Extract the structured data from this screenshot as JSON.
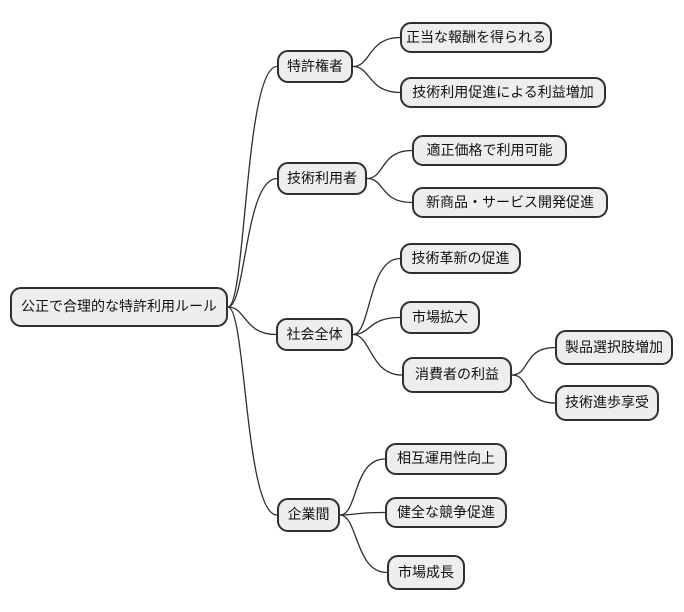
{
  "diagram": {
    "type": "mindmap",
    "colors": {
      "background": "#ffffff",
      "node_fill": "#eeeeee",
      "node_border": "#2f2f2f",
      "edge_line": "#2f2f2f"
    },
    "nodes": [
      {
        "id": "root",
        "label": "公正で合理的な特許利用ルール",
        "level": 0
      },
      {
        "id": "patent-holder",
        "label": "特許権者",
        "level": 1
      },
      {
        "id": "fair-reward",
        "label": "正当な報酬を得られる",
        "level": 2
      },
      {
        "id": "profit-increase",
        "label": "技術利用促進による利益増加",
        "level": 2
      },
      {
        "id": "tech-user",
        "label": "技術利用者",
        "level": 1
      },
      {
        "id": "fair-price",
        "label": "適正価格で利用可能",
        "level": 2
      },
      {
        "id": "new-products",
        "label": "新商品・サービス開発促進",
        "level": 2
      },
      {
        "id": "society",
        "label": "社会全体",
        "level": 1
      },
      {
        "id": "innovation",
        "label": "技術革新の促進",
        "level": 2
      },
      {
        "id": "market-expansion",
        "label": "市場拡大",
        "level": 2
      },
      {
        "id": "consumer-benefit",
        "label": "消費者の利益",
        "level": 2
      },
      {
        "id": "product-choice",
        "label": "製品選択肢増加",
        "level": 3
      },
      {
        "id": "tech-progress",
        "label": "技術進歩享受",
        "level": 3
      },
      {
        "id": "inter-company",
        "label": "企業間",
        "level": 1
      },
      {
        "id": "interoperability",
        "label": "相互運用性向上",
        "level": 2
      },
      {
        "id": "healthy-competition",
        "label": "健全な競争促進",
        "level": 2
      },
      {
        "id": "market-growth",
        "label": "市場成長",
        "level": 2
      }
    ],
    "edges": [
      {
        "from": "root",
        "to": "patent-holder"
      },
      {
        "from": "root",
        "to": "tech-user"
      },
      {
        "from": "root",
        "to": "society"
      },
      {
        "from": "root",
        "to": "inter-company"
      },
      {
        "from": "patent-holder",
        "to": "fair-reward"
      },
      {
        "from": "patent-holder",
        "to": "profit-increase"
      },
      {
        "from": "tech-user",
        "to": "fair-price"
      },
      {
        "from": "tech-user",
        "to": "new-products"
      },
      {
        "from": "society",
        "to": "innovation"
      },
      {
        "from": "society",
        "to": "market-expansion"
      },
      {
        "from": "society",
        "to": "consumer-benefit"
      },
      {
        "from": "consumer-benefit",
        "to": "product-choice"
      },
      {
        "from": "consumer-benefit",
        "to": "tech-progress"
      },
      {
        "from": "inter-company",
        "to": "interoperability"
      },
      {
        "from": "inter-company",
        "to": "healthy-competition"
      },
      {
        "from": "inter-company",
        "to": "market-growth"
      }
    ]
  }
}
